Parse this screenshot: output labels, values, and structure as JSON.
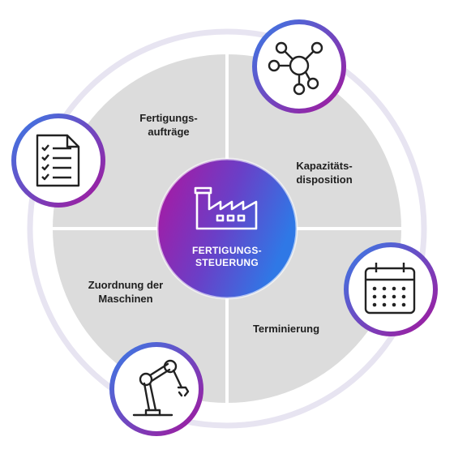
{
  "center": {
    "title_line1": "FERTIGUNGS-",
    "title_line2": "STEUERUNG",
    "icon": "factory-icon"
  },
  "segments": [
    {
      "line1": "Fertigungs-",
      "line2": "aufträge",
      "icon": "document-checklist-icon"
    },
    {
      "line1": "Kapazitäts-",
      "line2": "disposition",
      "icon": "network-nodes-icon"
    },
    {
      "line1": "Terminierung",
      "line2": "",
      "icon": "calendar-icon"
    },
    {
      "line1": "Zuordnung der",
      "line2": "Maschinen",
      "icon": "robot-arm-icon"
    }
  ],
  "colors": {
    "ring": "#e9e6f3",
    "segment_fill": "#dcdcdc",
    "gradient_start": "#b0149e",
    "gradient_mid": "#6a3fc7",
    "gradient_end": "#2f78e6",
    "icon_stroke": "#222222"
  }
}
